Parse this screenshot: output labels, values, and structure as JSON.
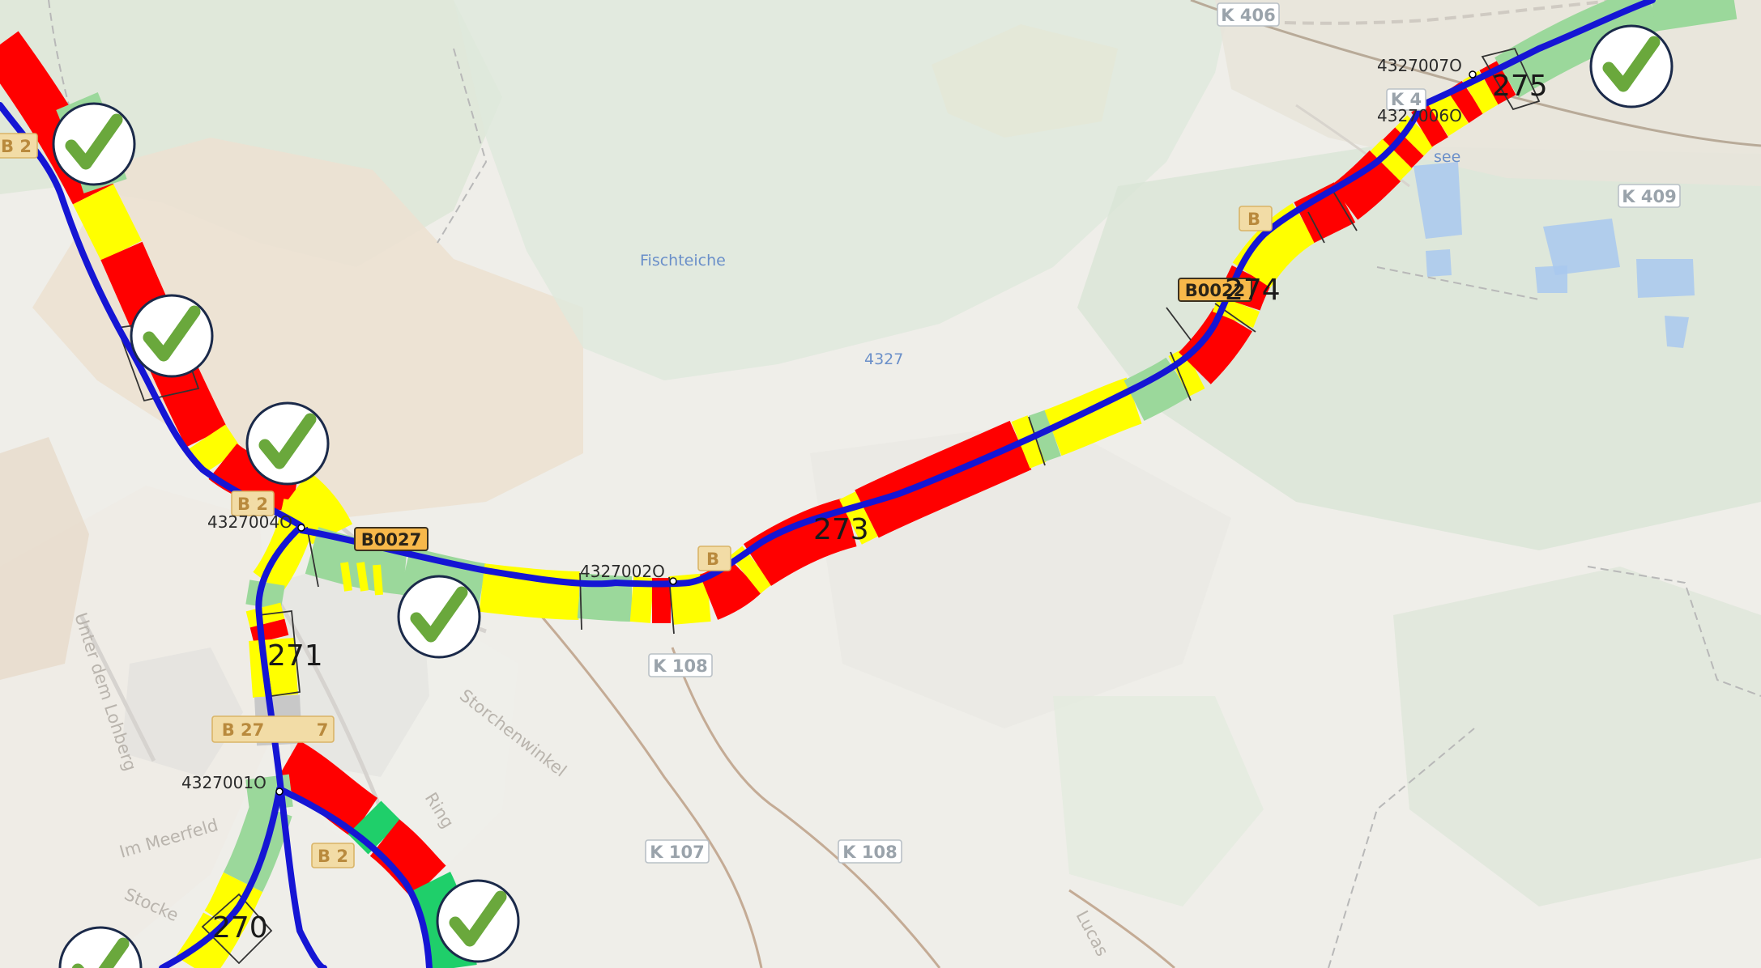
{
  "colors": {
    "route": "#1515d4",
    "bad": "#ff0000",
    "medium": "#ffff00",
    "good": "#9bd89b",
    "very_good": "#1fcf6a",
    "unrated": "#c8c8c8",
    "check": "#6aa83c"
  },
  "section_labels": {
    "s270": "270",
    "s271": "271",
    "s273": "273",
    "s274": "274",
    "s275": "275"
  },
  "node_labels": {
    "n1": "4327001O",
    "n2": "4327002O",
    "n4": "4327004O",
    "n6": "4327006O",
    "n7": "4327007O"
  },
  "code_badges": {
    "left": "B0027",
    "right": "B0022"
  },
  "road_badges": {
    "k406": "K 406",
    "k409": "K 409",
    "k108a": "K 108",
    "k107": "K 107",
    "k108b": "K 108",
    "k4": "K 4"
  },
  "bstrasse_badges": {
    "b_top_left": "B 2",
    "b_mid": "B 2",
    "b27": "B 27",
    "b27_suffix": "7",
    "b_lower": "B 2",
    "b_center": "B",
    "b_right": "B"
  },
  "area_labels": {
    "fischteiche": "Fischteiche",
    "road_4327": "4327",
    "see": "see"
  },
  "street_labels": {
    "unter_dem_lohberg": "Unter dem Lohberg",
    "storchenwinkel": "Storchenwinkel",
    "im_meerfeld": "Im Meerfeld",
    "ring": "Ring",
    "stocke": "Stocke",
    "lucas": "Lucas"
  },
  "icons": {
    "checkmark": "check-circle-icon",
    "node": "node-dot-icon"
  }
}
